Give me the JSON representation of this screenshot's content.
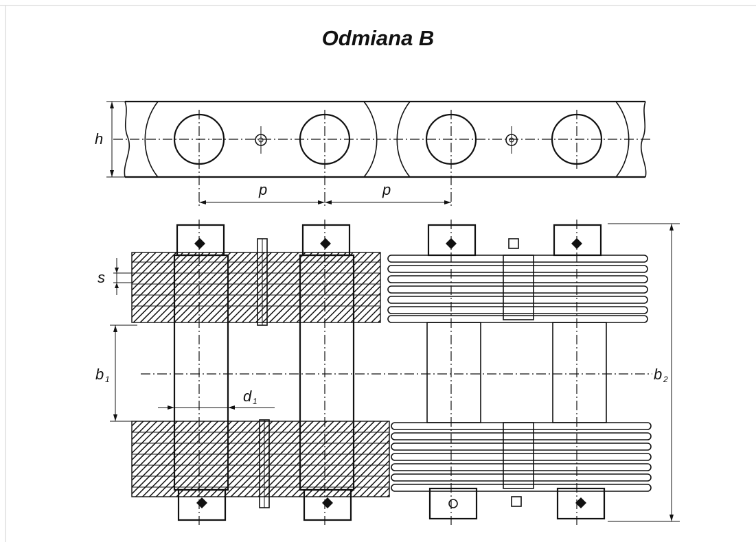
{
  "title": "Odmiana B",
  "labels": {
    "h": "h",
    "p_left": "p",
    "p_right": "p",
    "s": "s",
    "b1_main": "b",
    "b1_sub": "1",
    "b2_main": "b",
    "b2_sub": "2",
    "d1_main": "d",
    "d1_sub": "1"
  }
}
